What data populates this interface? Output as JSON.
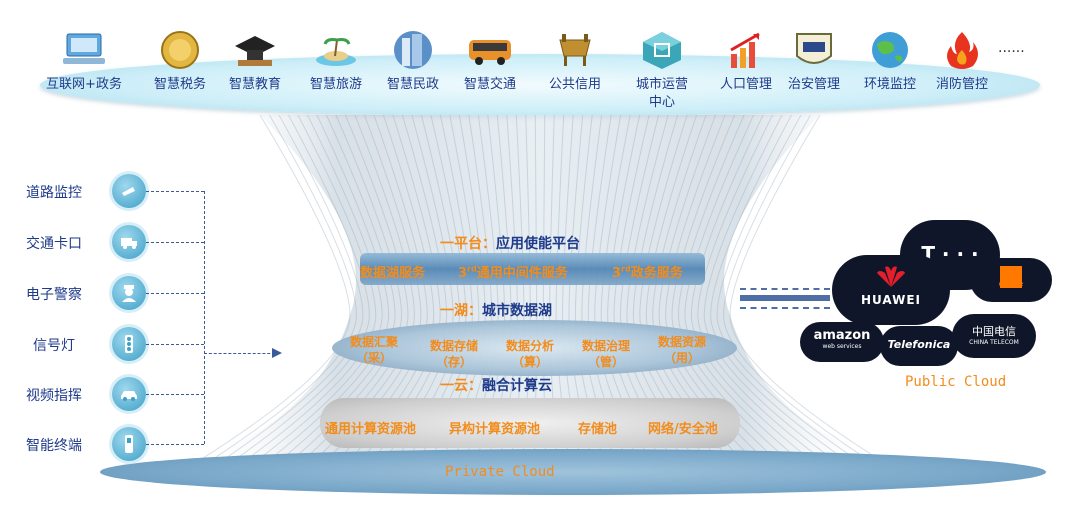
{
  "top_row": {
    "items": [
      {
        "label": "互联网+政务",
        "icon": "computer-icon"
      },
      {
        "label": "智慧税务",
        "icon": "coin-icon"
      },
      {
        "label": "智慧教育",
        "icon": "graduation-cap-icon"
      },
      {
        "label": "智慧旅游",
        "icon": "island-icon"
      },
      {
        "label": "智慧民政",
        "icon": "building-icon"
      },
      {
        "label": "智慧交通",
        "icon": "bus-icon"
      },
      {
        "label": "公共信用",
        "icon": "bronze-vessel-icon"
      },
      {
        "label": "城市运营中心",
        "icon": "city-cube-icon"
      },
      {
        "label": "人口管理",
        "icon": "people-chart-icon"
      },
      {
        "label": "治安管理",
        "icon": "police-badge-icon"
      },
      {
        "label": "环境监控",
        "icon": "earth-icon"
      },
      {
        "label": "消防管控",
        "icon": "fire-icon"
      }
    ],
    "more": "......"
  },
  "left_panel": {
    "items": [
      {
        "label": "道路监控",
        "icon": "road-camera-icon"
      },
      {
        "label": "交通卡口",
        "icon": "truck-icon"
      },
      {
        "label": "电子警察",
        "icon": "police-officer-icon"
      },
      {
        "label": "信号灯",
        "icon": "traffic-light-icon"
      },
      {
        "label": "视频指挥",
        "icon": "car-icon"
      },
      {
        "label": "智能终端",
        "icon": "handheld-terminal-icon"
      }
    ]
  },
  "layers": {
    "platform": {
      "prefix": "一平台：",
      "title": "应用使能平台",
      "services": [
        {
          "text": "数据湖服务"
        },
        {
          "text": "通用中间件服务",
          "sup": "rd",
          "num": "3"
        },
        {
          "text": "政务服务",
          "sup": "rd",
          "num": "3"
        }
      ]
    },
    "lake": {
      "prefix": "一湖：",
      "title": "城市数据湖",
      "segments": [
        {
          "name": "数据汇聚",
          "sub": "（采）"
        },
        {
          "name": "数据存储",
          "sub": "（存）"
        },
        {
          "name": "数据分析",
          "sub": "（算）"
        },
        {
          "name": "数据治理",
          "sub": "（管）"
        },
        {
          "name": "数据资源",
          "sub": "（用）"
        }
      ]
    },
    "cloud": {
      "prefix": "一云：",
      "title": "融合计算云",
      "pools": [
        "通用计算资源池",
        "异构计算资源池",
        "存储池",
        "网络/安全池"
      ]
    }
  },
  "private_cloud": "Private Cloud",
  "public_cloud": {
    "label": "Public Cloud",
    "providers": [
      "HUAWEI",
      "T · · ·",
      "orange",
      "amazon",
      "web services",
      "Telefonica",
      "中国电信",
      "CHINA TELECOM"
    ]
  },
  "colors": {
    "accent": "#f28c1c",
    "text_blue": "#1e3a8a",
    "line": "#3b5a9a"
  }
}
